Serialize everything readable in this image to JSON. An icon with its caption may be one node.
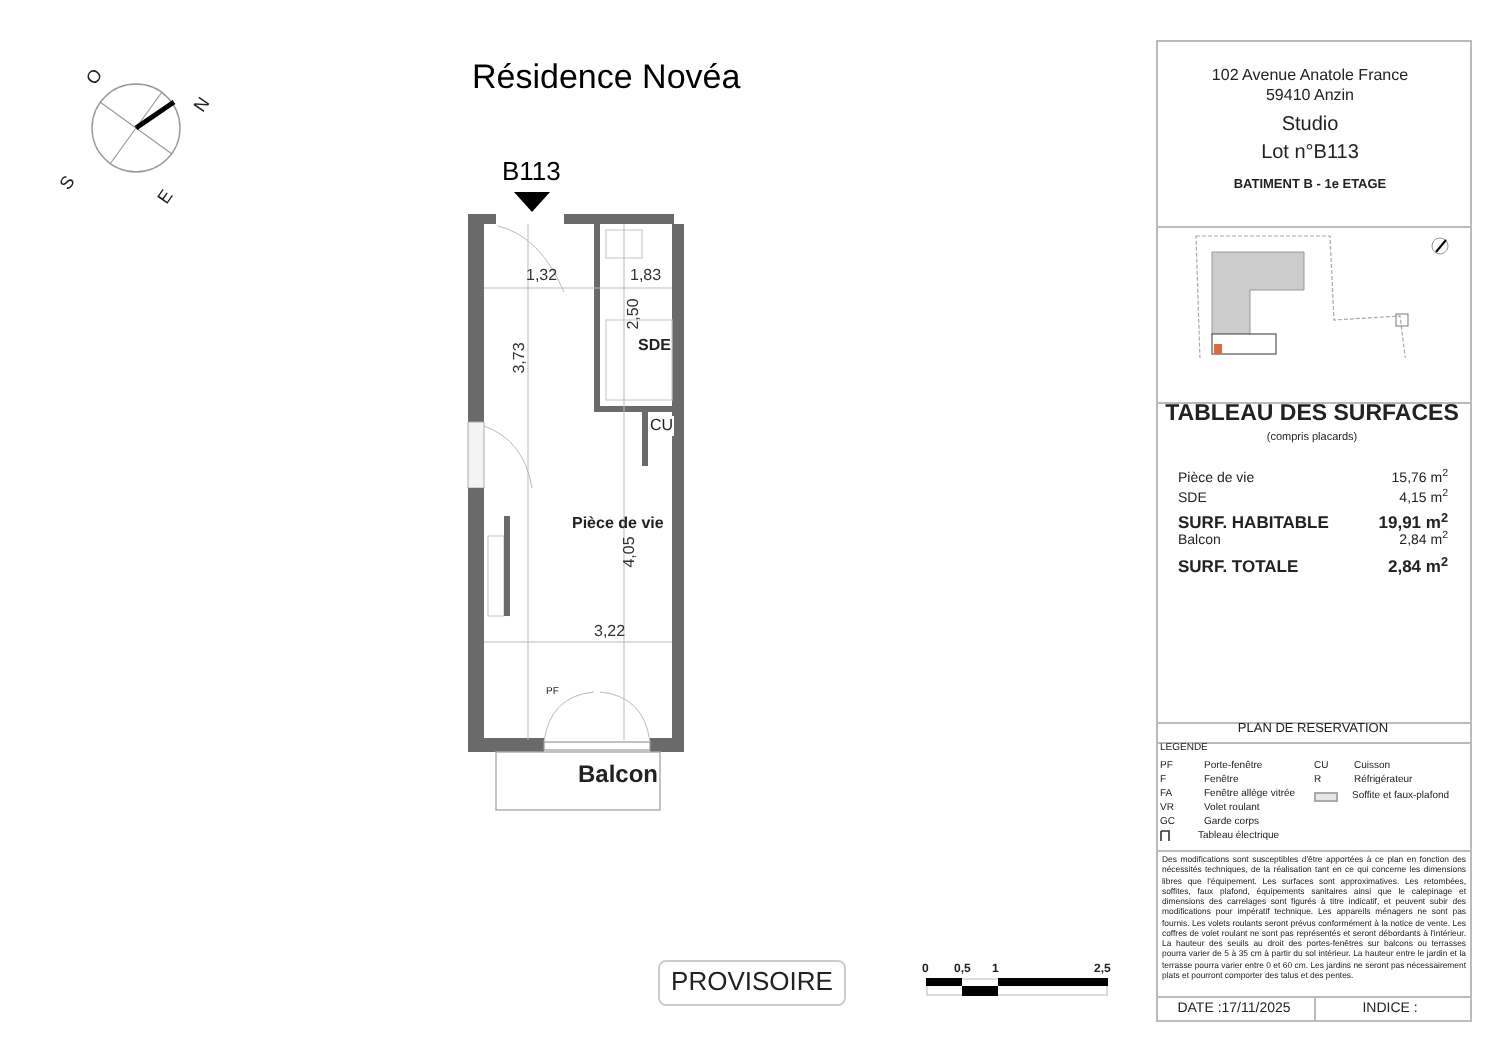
{
  "diagram": {
    "title": "Résidence Novéa",
    "labels": [
      "O",
      "N",
      "S",
      "E",
      "B113",
      "1,32",
      "1,83",
      "2,50",
      "3,73",
      "SDE",
      "CU",
      "Pièce de vie",
      "4,05",
      "3,22",
      "PF",
      "Balcon",
      "102 Avenue Anatole France",
      "59410 Anzin",
      "Studio",
      "Lot n°B113",
      "BATIMENT B - 1e ETAGE",
      "TABLEAU DES SURFACES",
      "(compris placards)",
      "Pièce de vie",
      "15,76 m$^{2}$",
      "SDE",
      "4,15 m$^{2}$",
      "SURF. HABITABLE",
      "19,91 m$^{2}$",
      "Balcon",
      "2,84 m$^{2}$",
      "SURF. TOTALE",
      "2,84 m$^{2}$",
      "PLAN DE RESERVATION",
      "LEGENDE",
      "PF",
      "Porte-fenêtre",
      "CU",
      "Cuisson",
      "F",
      "Fenêtre",
      "R",
      "Réfrigérateur",
      "FA",
      "Fenêtre allège vitrée",
      "VR",
      "Volet roulant",
      "GC",
      "Garde corps",
      "Des modifications sont susceptibles d'être apportées à ce plan en fonction des nécessités techniques, de la réalisation tant en ce qui concerne les dimensions libres que l'équipement. Les surfaces sont approximatives. Les retombées, soffites, faux plafond, équipements sanitaires ainsi que le calepinage et dimensions des carrelages sont figurés à titre indicatif, et peuvent subir des modifications pour impératif technique. Les appareils ménagers ne sont pas fournis. Les volets roulants seront prévus conformément à la notice de vente. Les coffres de volet roulant ne sont pas représentés et seront débordants à l'intérieur. La hauteur des seuils au droit des portes-fenêtres sur balcons ou terrasses pourra varier de 5 à 35 cm à partir du sol intérieur. La hauteur entre le jardin et la terrasse pourra varier entre 0 et 60 cm. Les jardins ne seront pas nécessairement plats et pourront comporter des talus et des pentes.",
      "DATE :17/11/2025",
      "INDICE :",
      "PROVISOIRE",
      "0",
      "0,5",
      "1",
      "2,5"
    ],
    "legend": [
      {
        "text": "Soffite et faux-plafond",
        "color": "#e6e6e6"
      },
      {
        "text": "Tableau électrique"
      }
    ]
  }
}
